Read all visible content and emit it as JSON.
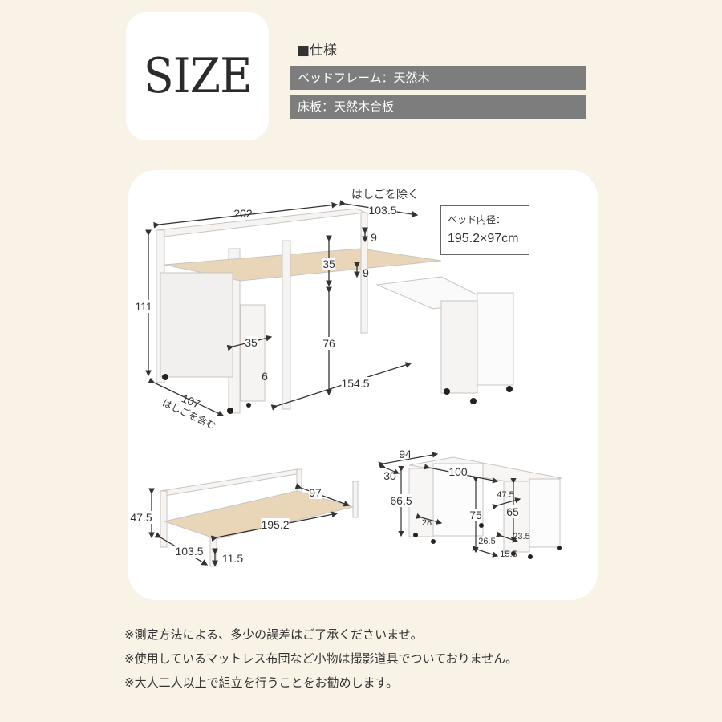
{
  "header": {
    "title": "SIZE",
    "spec_heading": "■仕様",
    "specs": [
      "ベッドフレーム：天然木",
      "床板：天然木合板"
    ]
  },
  "loft_bed": {
    "length": "202",
    "width_note": "はしごを除く",
    "width": "103.5",
    "guard_upper": "9",
    "guard_lower": "9",
    "guard_height": "35",
    "total_height": "111",
    "under_height": "76",
    "ladder_width": "35",
    "ladder_step": "6",
    "desk_span": "154.5",
    "depth": "107",
    "depth_note": "はしごを含む",
    "inner_label": "ベッド内径：",
    "inner_value": "195.2×97cm"
  },
  "low_bed": {
    "width_inner": "97",
    "length_inner": "195.2",
    "height": "47.5",
    "width": "103.5",
    "clearance": "11.5"
  },
  "desk": {
    "width": "94",
    "depth": "30",
    "length": "100",
    "shelf_height": "66.5",
    "shelf_depth": "28",
    "height": "75",
    "side_width": "47.5",
    "side_height": "65",
    "side_depth": "23.5",
    "base_height": "26.5",
    "base_width": "15.5"
  },
  "notes": [
    "※測定方法による、多少の誤差はご了承くださいませ。",
    "※使用しているマットレス布団など小物は撮影道具でついておりません。",
    "※大人二人以上で組立を行うことをお勧めします。"
  ]
}
